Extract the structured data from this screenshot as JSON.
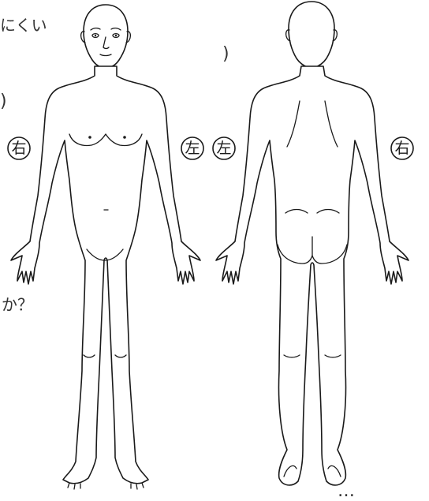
{
  "fragments": {
    "top_right_text": "にくい",
    "paren_close_a": ")",
    "paren_close_b": ")",
    "question_text": "か？",
    "bottom_text": "…"
  },
  "front_view": {
    "right_marker": "右",
    "left_marker": "左"
  },
  "back_view": {
    "left_marker": "左",
    "right_marker": "右"
  }
}
